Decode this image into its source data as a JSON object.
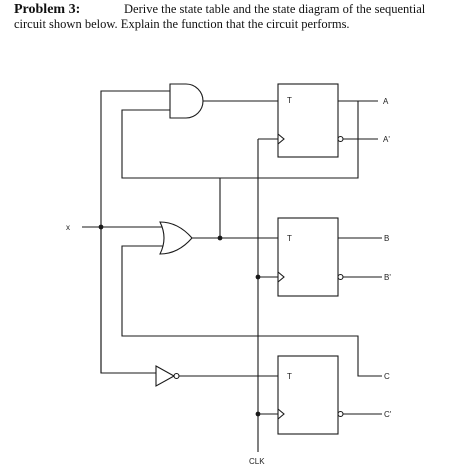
{
  "problem": {
    "number": "Problem 3:",
    "line1": "Derive the state table and the state diagram of the sequential",
    "line2": "circuit shown below. Explain the function that the circuit performs."
  },
  "diagram": {
    "input_label": "x",
    "clock_label": "CLK",
    "flipflops": [
      {
        "input": "T",
        "q": "A",
        "qbar": "A'"
      },
      {
        "input": "T",
        "q": "B",
        "qbar": "B'"
      },
      {
        "input": "T",
        "q": "C",
        "qbar": "C'"
      }
    ]
  }
}
